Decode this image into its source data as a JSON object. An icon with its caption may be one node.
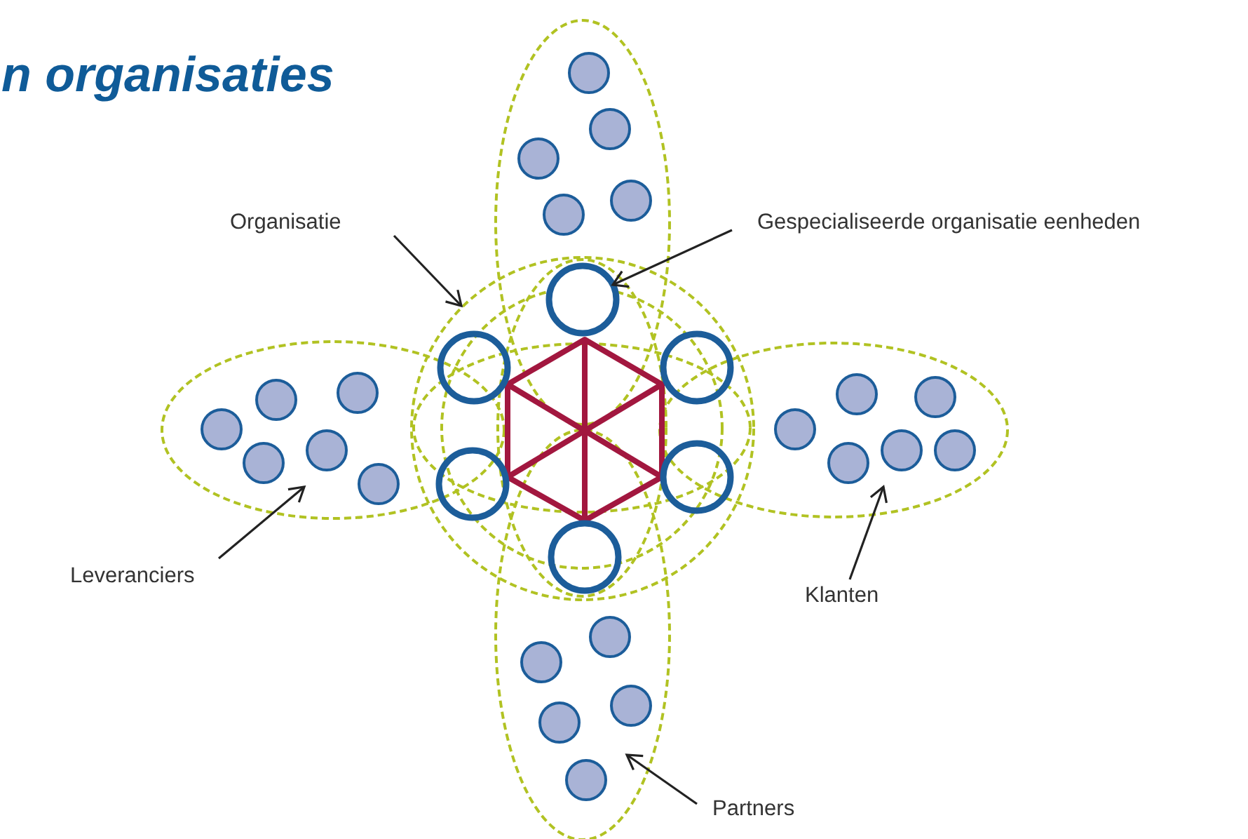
{
  "diagram": {
    "title": "n organisaties",
    "nodes": [
      {
        "text": [
          "Organisatie"
        ]
      },
      {
        "text": [
          "Gespecialiseerde organisatie eenheden"
        ]
      },
      {
        "text": [
          "Leveranciers"
        ]
      },
      {
        "text": [
          "Klanten"
        ]
      },
      {
        "text": [
          "Partners"
        ]
      },
      {
        "text": [],
        "shape": "ellipse"
      },
      {
        "text": [],
        "shape": "ellipse"
      },
      {
        "text": [],
        "shape": "ellipse"
      },
      {
        "text": [],
        "shape": "ellipse"
      },
      {
        "text": [],
        "shape": "circle"
      },
      {
        "text": [],
        "shape": "circle"
      }
    ],
    "edges": [
      {
        "from": 0,
        "to": 9,
        "arrow": "to"
      },
      {
        "from": 1,
        "to": 10,
        "arrow": "to"
      },
      {
        "from": 2,
        "to": 6,
        "arrow": "to"
      },
      {
        "from": 3,
        "to": 7,
        "arrow": "to"
      },
      {
        "from": 4,
        "to": 8,
        "arrow": "to"
      }
    ]
  }
}
